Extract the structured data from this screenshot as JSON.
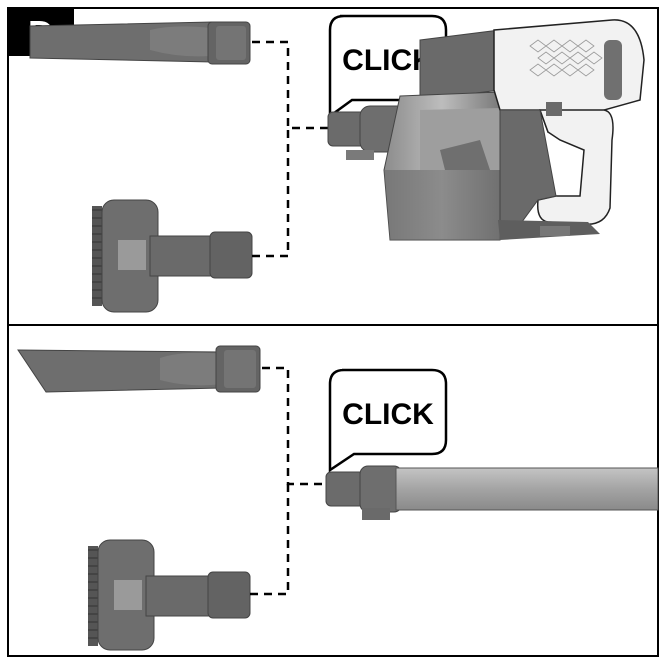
{
  "panel_label": "D",
  "callouts": {
    "top": "CLICK",
    "bottom": "CLICK"
  },
  "colors": {
    "tool_gray": "#6e6e6e",
    "tool_dark": "#555555",
    "body_light": "#f2f2f2",
    "tube_gray": "#a9a9a9",
    "frame": "#000000",
    "label_bg": "#000000",
    "label_fg": "#ffffff"
  },
  "icons": {
    "crevice_tool": "crevice-tool-icon",
    "brush_head": "brush-head-icon",
    "handheld_unit": "handheld-vacuum-icon",
    "extension_tube": "extension-tube-icon"
  }
}
